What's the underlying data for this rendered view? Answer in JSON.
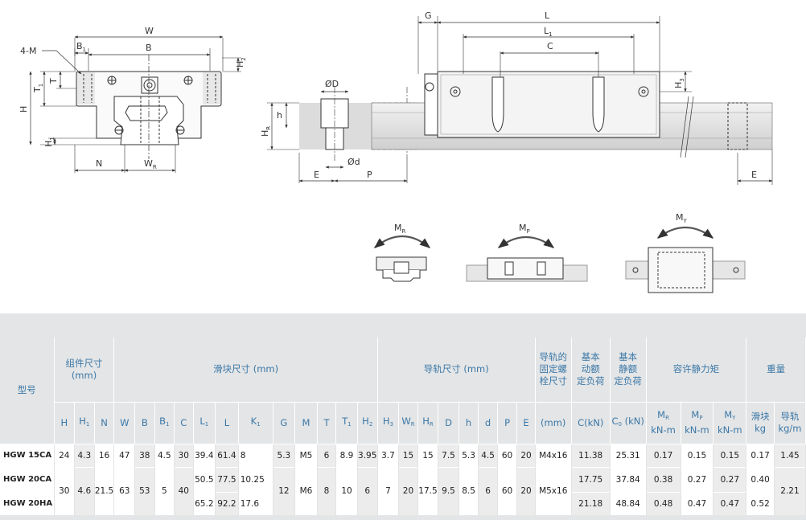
{
  "drawing": {
    "front_view_labels": {
      "w": "W",
      "b": "B",
      "b1": "B",
      "b1_sub": "1",
      "m": "4-M",
      "h": "H",
      "h1": "H",
      "h1_sub": "1",
      "h2": "H",
      "h2_sub": "2",
      "t": "T",
      "t1": "T",
      "t1_sub": "1",
      "n": "N",
      "wr": "W",
      "wr_sub": "R"
    },
    "rail_section_labels": {
      "hr": "H",
      "hr_sub": "R",
      "h": "h",
      "od_large": "ØD",
      "od_small": "Ød",
      "e": "E",
      "p": "P"
    },
    "side_view_labels": {
      "g": "G",
      "l": "L",
      "l1": "L",
      "l1_sub": "1",
      "c": "C",
      "h3": "H",
      "h3_sub": "3",
      "e": "E"
    },
    "moment_labels": {
      "mr": "M",
      "mr_sub": "R",
      "mp": "M",
      "mp_sub": "P",
      "my": "M",
      "my_sub": "Y"
    }
  },
  "table": {
    "headers": {
      "model": "型号",
      "assembly": "组件尺寸\n(mm)",
      "block": "滑块尺寸 (mm)",
      "rail": "导轨尺寸 (mm)",
      "bolt": "导轨的\n固定螺\n栓尺寸",
      "dynamic": "基本\n动额\n定负荷",
      "static": "基本\n静额\n定负荷",
      "moment": "容许静力矩",
      "weight": "重量"
    },
    "subheaders": {
      "H": "H",
      "H1": "H",
      "H1_sub": "1",
      "N": "N",
      "W": "W",
      "B": "B",
      "B1": "B",
      "B1_sub": "1",
      "C": "C",
      "L1": "L",
      "L1_sub": "1",
      "L": "L",
      "K1": "K",
      "K1_sub": "1",
      "G": "G",
      "M": "M",
      "T": "T",
      "T1": "T",
      "T1_sub": "1",
      "H2": "H",
      "H2_sub": "2",
      "H3": "H",
      "H3_sub": "3",
      "WR": "W",
      "WR_sub": "R",
      "HR": "H",
      "HR_sub": "R",
      "D": "D",
      "h": "h",
      "d": "d",
      "P": "P",
      "E": "E",
      "bolt_unit": "(mm)",
      "C_unit": "C(kN)",
      "C0": "C",
      "C0_sub": "0",
      "C0_unit": " (kN)",
      "MR": "M",
      "MR_sub": "R",
      "MP": "M",
      "MP_sub": "P",
      "MY": "M",
      "MY_sub": "Y",
      "block_w": "滑块",
      "rail_w": "导轨",
      "knm1": "kN-m",
      "knm2": "kN-m",
      "knm3": "kN-m",
      "kg": "kg",
      "kgm": "kg/m"
    },
    "rows": [
      {
        "model": "HGW 15CA",
        "H": "24",
        "H1": "4.3",
        "N": "16",
        "W": "47",
        "B": "38",
        "B1": "4.5",
        "C": "30",
        "L1": "39.4",
        "L": "61.4",
        "K1": "8",
        "G": "5.3",
        "M": "M5",
        "T": "6",
        "T1": "8.9",
        "H2": "3.95",
        "H3": "3.7",
        "WR": "15",
        "HR": "15",
        "D": "7.5",
        "h": "5.3",
        "d": "4.5",
        "P": "60",
        "E": "20",
        "bolt": "M4x16",
        "Cdyn": "11.38",
        "C0": "25.31",
        "MR": "0.17",
        "MP": "0.15",
        "MY": "0.15",
        "kg_block": "0.17",
        "kg_rail": "1.45"
      },
      {
        "model": "HGW 20CA",
        "H": "30",
        "H1": "4.6",
        "N": "21.5",
        "W": "63",
        "B": "53",
        "B1": "5",
        "C": "40",
        "L1": "50.5",
        "L": "77.5",
        "K1": "10.25",
        "G": "12",
        "M": "M6",
        "T": "8",
        "T1": "10",
        "H2": "6",
        "H3": "7",
        "WR": "20",
        "HR": "17.5",
        "D": "9.5",
        "h": "8.5",
        "d": "6",
        "P": "60",
        "E": "20",
        "bolt": "M5x16",
        "Cdyn": "17.75",
        "C0": "37.84",
        "MR": "0.38",
        "MP": "0.27",
        "MY": "0.27",
        "kg_block": "0.40",
        "kg_rail": "2.21"
      },
      {
        "model": "HGW 20HA",
        "L1": "65.2",
        "L": "92.2",
        "K1": "17.6",
        "Cdyn": "21.18",
        "C0": "48.84",
        "MR": "0.48",
        "MP": "0.47",
        "MY": "0.47",
        "kg_block": "0.52"
      }
    ]
  }
}
